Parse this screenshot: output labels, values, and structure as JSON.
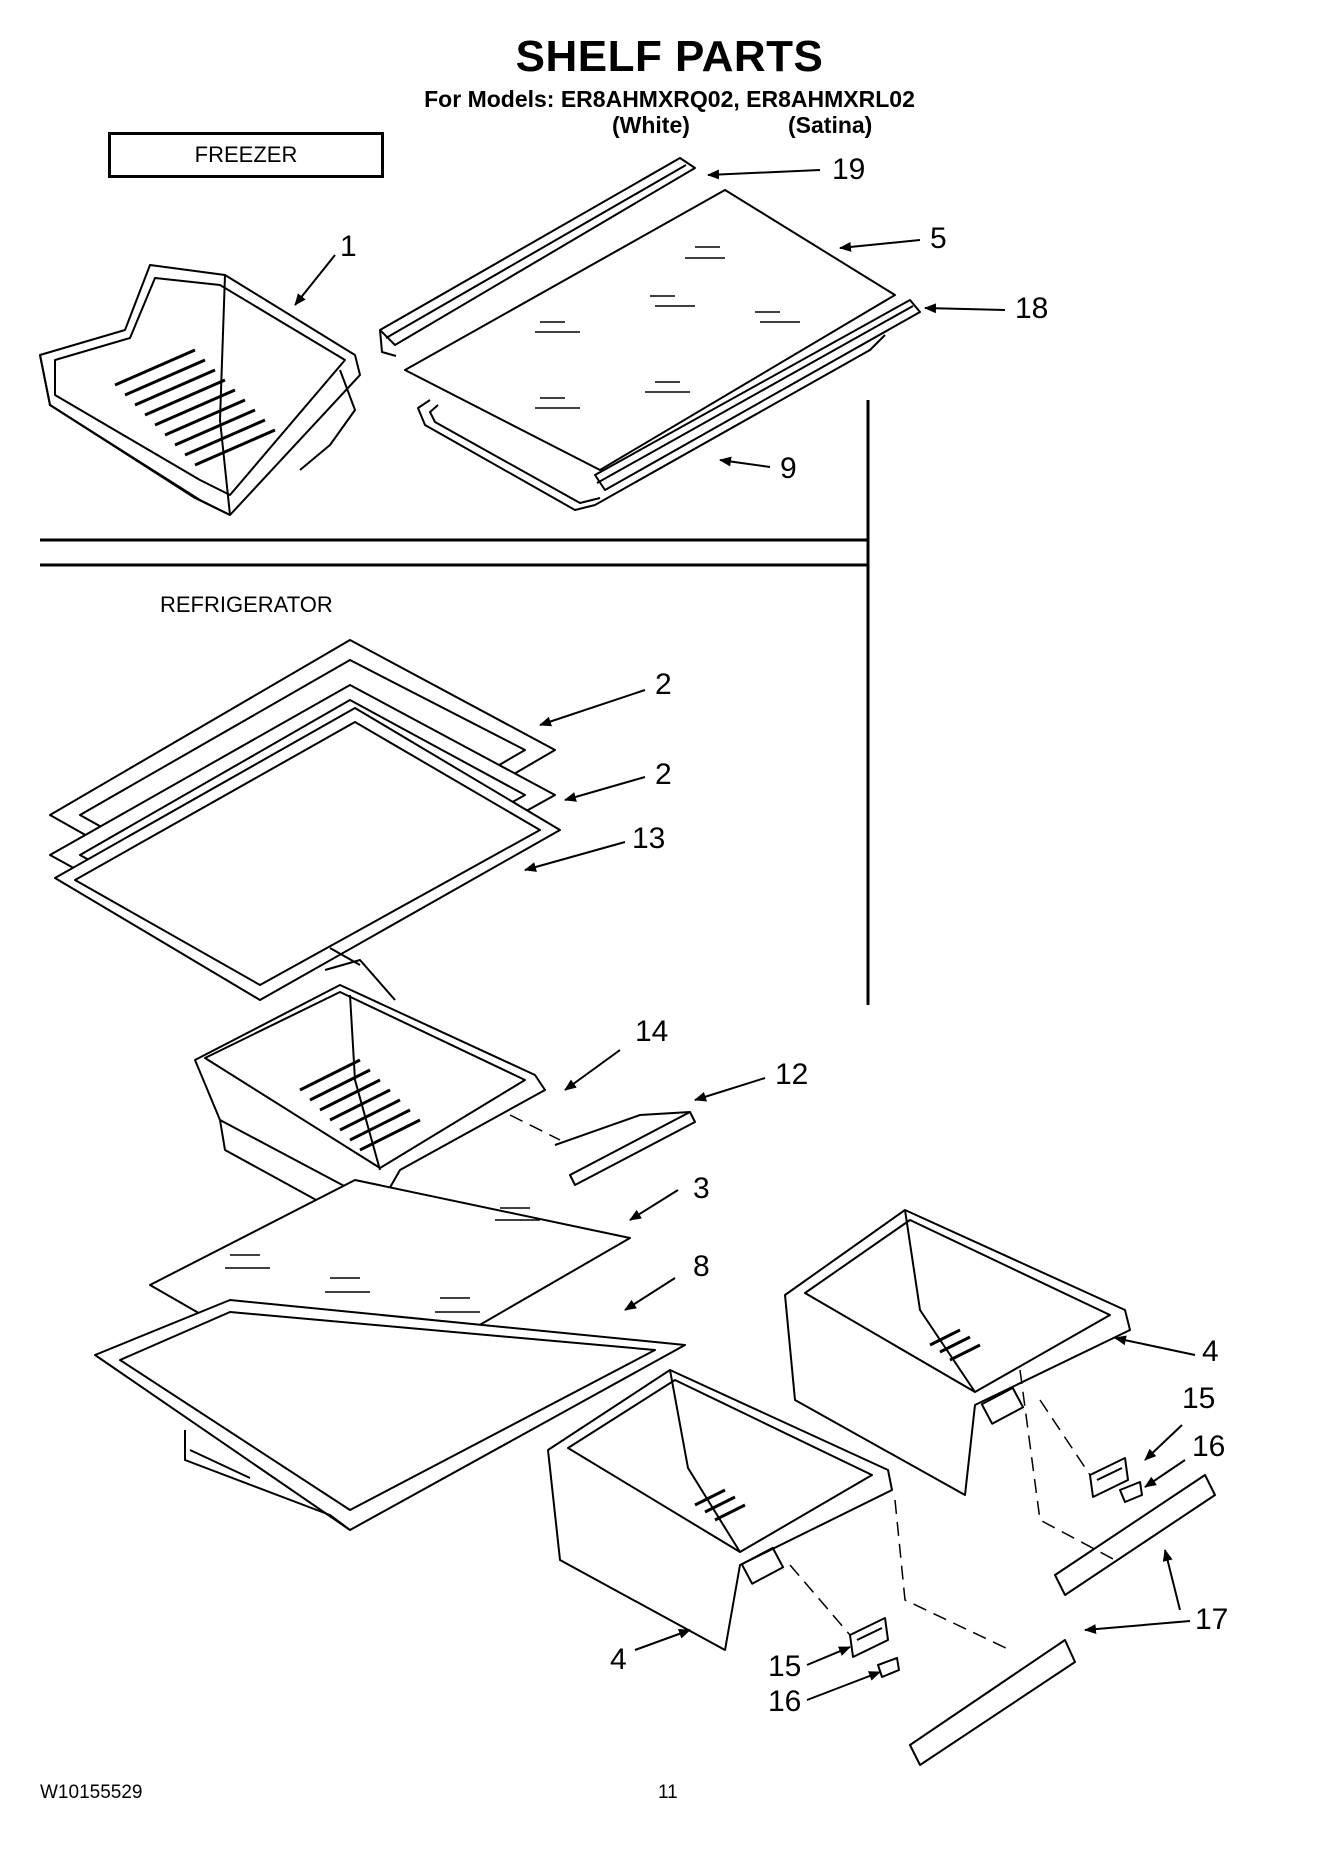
{
  "header": {
    "title": "SHELF PARTS",
    "models_line": "For Models: ER8AHMXRQ02, ER8AHMXRL02",
    "variant_white": "(White)",
    "variant_satina": "(Satina)"
  },
  "sections": {
    "freezer": "FREEZER",
    "refrigerator": "REFRIGERATOR"
  },
  "callouts": [
    "19",
    "5",
    "18",
    "1",
    "9",
    "2",
    "2",
    "13",
    "14",
    "12",
    "3",
    "8",
    "4",
    "15",
    "16",
    "17",
    "4",
    "15",
    "16",
    "17"
  ],
  "footer": {
    "doc_number": "W10155529",
    "page_number": "11"
  }
}
